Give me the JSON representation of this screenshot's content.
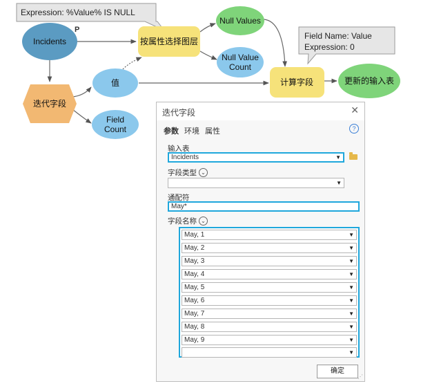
{
  "model": {
    "nodes": {
      "incidents": "Incidents",
      "p_label": "P",
      "iterate_field": "迭代字段",
      "value": "值",
      "field_count": [
        "Field",
        "Count"
      ],
      "select_by_attr": "按属性选择图层",
      "null_values": "Null Values",
      "null_value_count": [
        "Null Value",
        "Count"
      ],
      "calculate_field": "计算字段",
      "updated_table": "更新的输入表"
    },
    "callouts": {
      "expression": "Expression: %Value% IS NULL",
      "calc_params": [
        "Field Name: Value",
        "Expression: 0"
      ]
    },
    "colors": {
      "blue_dark": "#5b9bc2",
      "blue_light": "#8bc8ec",
      "orange": "#f2b872",
      "yellow": "#f6e27a",
      "green": "#7fd47a",
      "callout_bg": "#e6e6e6"
    }
  },
  "dialog": {
    "title": "迭代字段",
    "tabs": [
      "参数",
      "环境",
      "属性"
    ],
    "input_table_label": "输入表",
    "input_table_value": "Incidents",
    "field_type_label": "字段类型",
    "field_type_value": "",
    "wildcard_label": "通配符",
    "wildcard_value": "May*",
    "field_names_label": "字段名称",
    "field_names": [
      "May, 1",
      "May, 2",
      "May, 3",
      "May, 4",
      "May, 5",
      "May, 6",
      "May, 7",
      "May, 8",
      "May, 9",
      ""
    ],
    "ok_label": "确定"
  }
}
